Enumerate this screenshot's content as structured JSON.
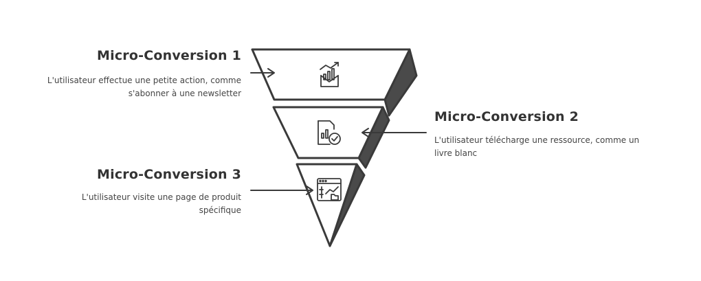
{
  "stages": [
    {
      "title": "Micro-Conversion 1",
      "description": "L'utilisateur effectue une petite action, comme s'abonner à une newsletter",
      "icon": "email-growth-icon"
    },
    {
      "title": "Micro-Conversion 2",
      "description": "L'utilisateur télécharge une ressource, comme un livre blanc",
      "icon": "document-check-icon"
    },
    {
      "title": "Micro-Conversion 3",
      "description": "L'utilisateur visite une page de produit spécifique",
      "icon": "browser-page-icon"
    }
  ],
  "colors": {
    "stroke": "#3a3a3a",
    "fill": "#ffffff",
    "shadow": "#4a4a4a"
  }
}
